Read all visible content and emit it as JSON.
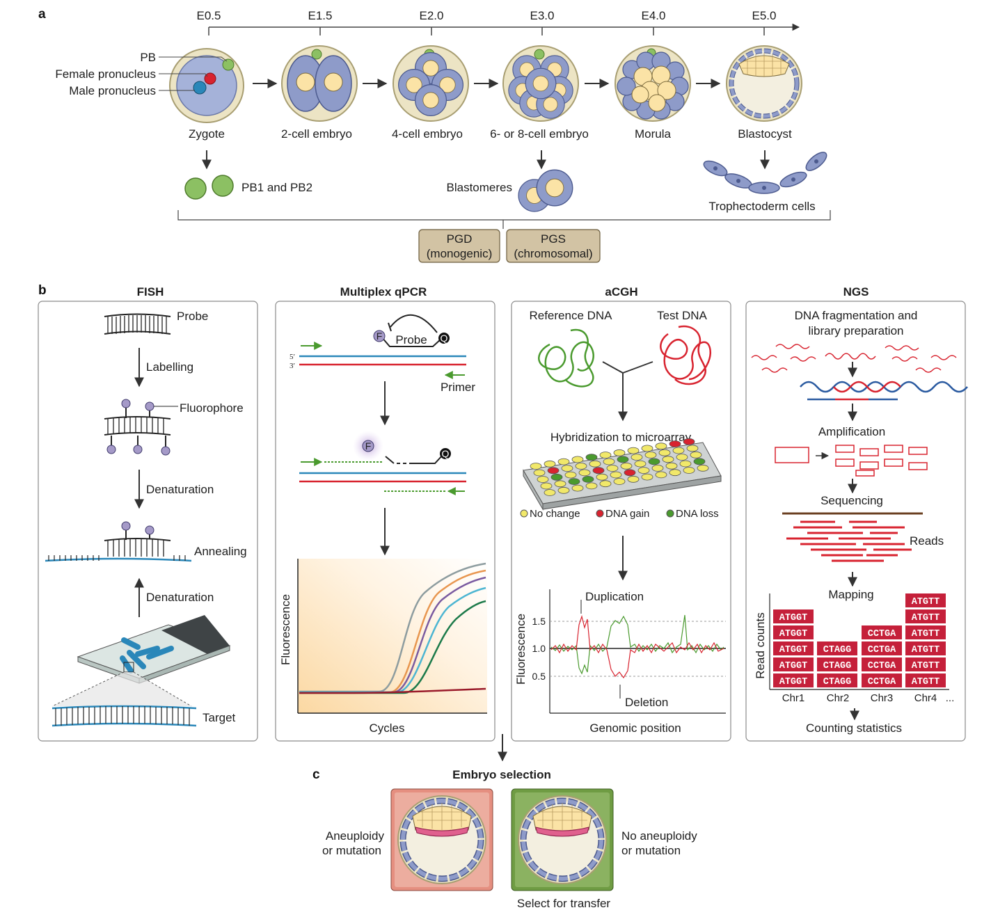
{
  "panels": {
    "a": "a",
    "b": "b",
    "c": "c"
  },
  "timeline": [
    "E0.5",
    "E1.5",
    "E2.0",
    "E3.0",
    "E4.0",
    "E5.0"
  ],
  "stages": [
    "Zygote",
    "2-cell embryo",
    "4-cell embryo",
    "6- or 8-cell embryo",
    "Morula",
    "Blastocyst"
  ],
  "zygote_labels": {
    "pb": "PB",
    "female": "Female pronucleus",
    "male": "Male pronucleus"
  },
  "biopsy": {
    "pb": "PB1 and PB2",
    "blastomeres": "Blastomeres",
    "troph": "Trophectoderm cells"
  },
  "tests": [
    {
      "line1": "PGD",
      "line2": "(monogenic)"
    },
    {
      "line1": "PGS",
      "line2": "(chromosomal)"
    }
  ],
  "fish": {
    "title": "FISH",
    "probe": "Probe",
    "labelling": "Labelling",
    "fluorophore": "Fluorophore",
    "denat1": "Denaturation",
    "annealing": "Annealing",
    "denat2": "Denaturation",
    "target": "Target"
  },
  "qpcr": {
    "title": "Multiplex qPCR",
    "probe": "Probe",
    "f": "F",
    "q": "Q",
    "five": "5′",
    "three": "3′",
    "primer": "Primer",
    "ylabel": "Fluorescence",
    "xlabel": "Cycles"
  },
  "acgh": {
    "title": "aCGH",
    "ref": "Reference DNA",
    "test": "Test DNA",
    "hyb": "Hybridization to microarray",
    "legend": [
      "No change",
      "DNA gain",
      "DNA loss"
    ],
    "dup": "Duplication",
    "del": "Deletion",
    "ylabel": "Fluorescence",
    "xlabel": "Genomic position",
    "ticks": [
      "1.5",
      "1.0",
      "0.5"
    ]
  },
  "ngs": {
    "title": "NGS",
    "frag1": "DNA fragmentation and",
    "frag2": "library preparation",
    "amp": "Amplification",
    "seq": "Sequencing",
    "reads": "Reads",
    "mapping": "Mapping",
    "ylabel": "Read counts",
    "chrs": [
      "Chr1",
      "Chr2",
      "Chr3",
      "Chr4",
      "..."
    ],
    "kmers": [
      "ATGGT",
      "CTAGG",
      "CCTGA",
      "ATGTT"
    ],
    "stats": "Counting statistics"
  },
  "selection": {
    "title": "Embryo selection",
    "left1": "Aneuploidy",
    "left2": "or mutation",
    "right1": "No aneuploidy",
    "right2": "or mutation",
    "select": "Select for transfer"
  },
  "colors": {
    "cell": "#8e9bc9",
    "nucleus": "#fbe3a6",
    "pb": "#8cc063",
    "zona": "#ece4c4",
    "dna_red": "#d8232f",
    "dna_blue": "#2a87b9",
    "dna_green": "#4a9a2e",
    "bad_bg": "#e58f80",
    "good_bg": "#6f9c43",
    "test_box": "#d2c3a4"
  }
}
